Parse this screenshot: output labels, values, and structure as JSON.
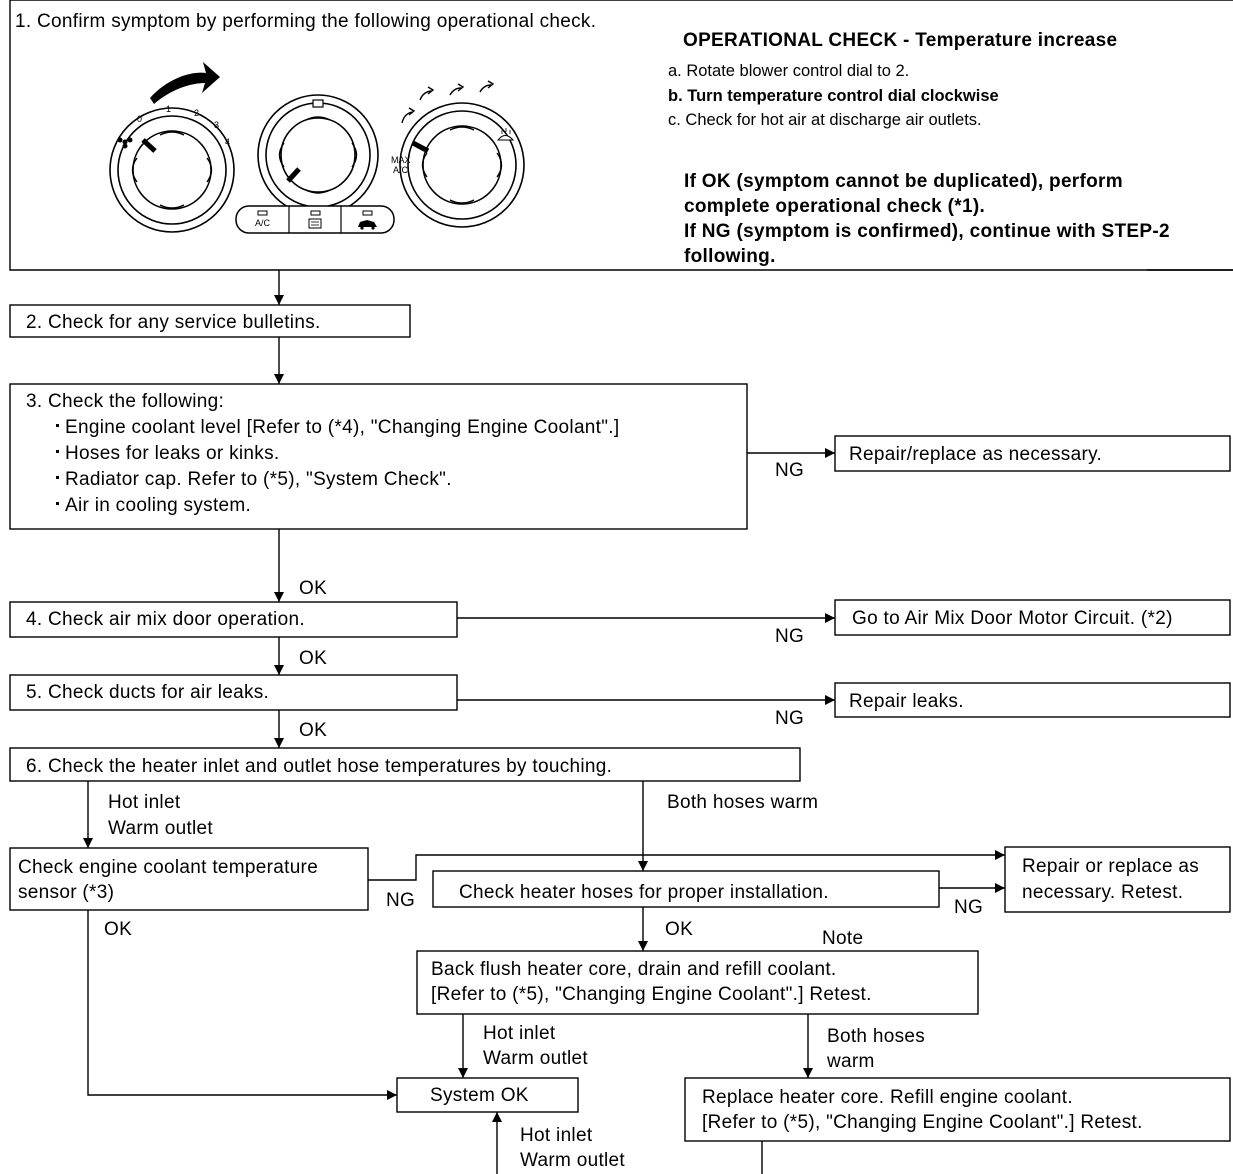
{
  "step1": {
    "text": "1. Confirm symptom by performing the following operational check.",
    "op_title": "OPERATIONAL CHECK - Temperature increase",
    "op_a": "a. Rotate blower control dial to 2.",
    "op_b": "b. Turn temperature control dial clockwise",
    "op_c": "c. Check for hot air at discharge air outlets.",
    "result_lines": [
      "If OK (symptom cannot be duplicated), perform",
      "complete operational check (*1).",
      "If NG (symptom is confirmed), continue with STEP-2",
      "following."
    ],
    "panel": {
      "fan_ticks": [
        "0",
        "1",
        "2",
        "3",
        "4"
      ],
      "max_label": "MAX",
      "ac_small": "A/C",
      "ac_button": "A/C"
    }
  },
  "step2": {
    "text": "2. Check for any service bulletins."
  },
  "step3": {
    "title": "3.  Check the following:",
    "items": [
      "Engine coolant level [Refer to (*4), \"Changing Engine Coolant\".]",
      "Hoses for leaks or kinks.",
      "Radiator cap. Refer to (*5), \"System Check\".",
      "Air in cooling system."
    ],
    "ng": "NG",
    "ng_result": "Repair/replace as necessary.",
    "ok": "OK"
  },
  "step4": {
    "text": "4. Check air mix door operation.",
    "ng": "NG",
    "ng_result": "Go to Air Mix Door Motor Circuit. (*2)",
    "ok": "OK"
  },
  "step5": {
    "text": "5. Check ducts for air leaks.",
    "ng": "NG",
    "ng_result": "Repair leaks.",
    "ok": "OK"
  },
  "step6": {
    "text": "6. Check the heater inlet and outlet hose temperatures by touching.",
    "left_branch": [
      "Hot inlet",
      "Warm outlet"
    ],
    "right_branch": "Both hoses warm"
  },
  "sensor": {
    "line1": "Check  engine coolant  temperature",
    "line2": "sensor (*3)",
    "ng": "NG",
    "ok": "OK"
  },
  "hoses": {
    "text": "Check heater hoses for proper installation.",
    "ng": "NG",
    "ok": "OK"
  },
  "repair_retest": [
    "Repair or replace as",
    "necessary. Retest."
  ],
  "note": "Note",
  "flush": {
    "line1": "Back flush heater core, drain and refill coolant.",
    "line2": "[Refer to (*5), \"Changing Engine Coolant\".] Retest.",
    "left_branch": [
      "Hot inlet",
      "Warm outlet"
    ],
    "right_branch": [
      "Both hoses",
      "warm"
    ]
  },
  "system_ok": "System OK",
  "replace": {
    "line1": "Replace heater core. Refill engine coolant.",
    "line2": "[Refer to (*5), \"Changing Engine Coolant\".] Retest.",
    "bottom_branch": [
      "Hot inlet",
      "Warm outlet"
    ]
  }
}
